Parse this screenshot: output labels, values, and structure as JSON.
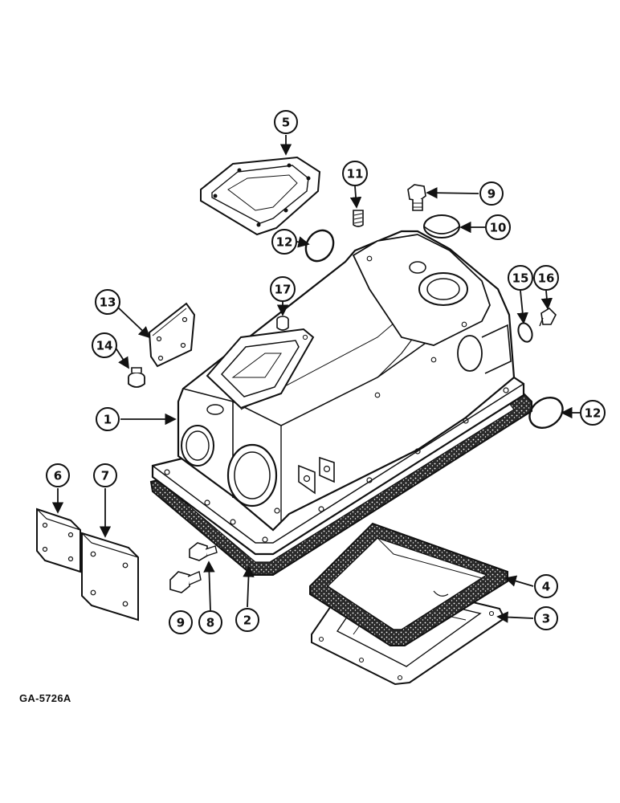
{
  "figure_id": "GA-5726A",
  "callouts": [
    {
      "label": "1"
    },
    {
      "label": "2"
    },
    {
      "label": "3"
    },
    {
      "label": "4"
    },
    {
      "label": "5"
    },
    {
      "label": "6"
    },
    {
      "label": "7"
    },
    {
      "label": "8"
    },
    {
      "label": "9"
    },
    {
      "label": "9"
    },
    {
      "label": "10"
    },
    {
      "label": "11"
    },
    {
      "label": "12"
    },
    {
      "label": "12"
    },
    {
      "label": "13"
    },
    {
      "label": "14"
    },
    {
      "label": "15"
    },
    {
      "label": "16"
    },
    {
      "label": "17"
    }
  ]
}
